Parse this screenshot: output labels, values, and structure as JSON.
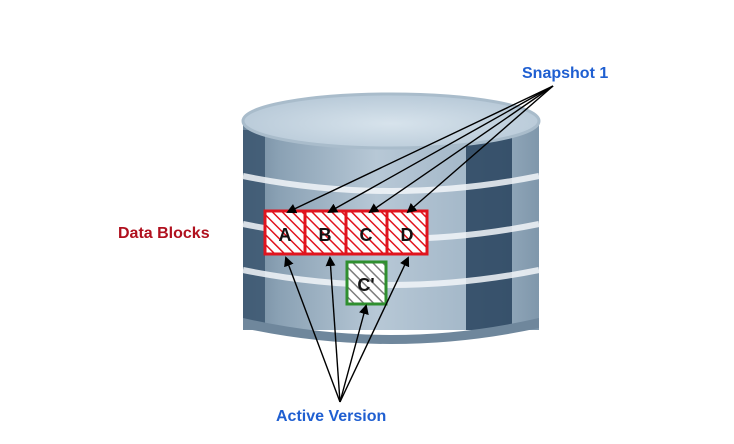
{
  "labels": {
    "snapshot": "Snapshot 1",
    "data_blocks": "Data Blocks",
    "active_version": "Active Version"
  },
  "blocks": [
    {
      "id": "A",
      "label": "A"
    },
    {
      "id": "B",
      "label": "B"
    },
    {
      "id": "C",
      "label": "C"
    },
    {
      "id": "D",
      "label": "D"
    }
  ],
  "modified_block": {
    "label": "C'"
  },
  "colors": {
    "label_blue": "#1f5fd1",
    "label_red": "#b0101e",
    "block_border_red": "#e0141e",
    "block_hatch_red": "#e0141e",
    "block_border_green": "#2f8f2f",
    "cylinder_body": "#a9bccb",
    "cylinder_top": "#c7d6e2",
    "cylinder_dark_band": "#2e4863",
    "arrow": "#000000"
  }
}
